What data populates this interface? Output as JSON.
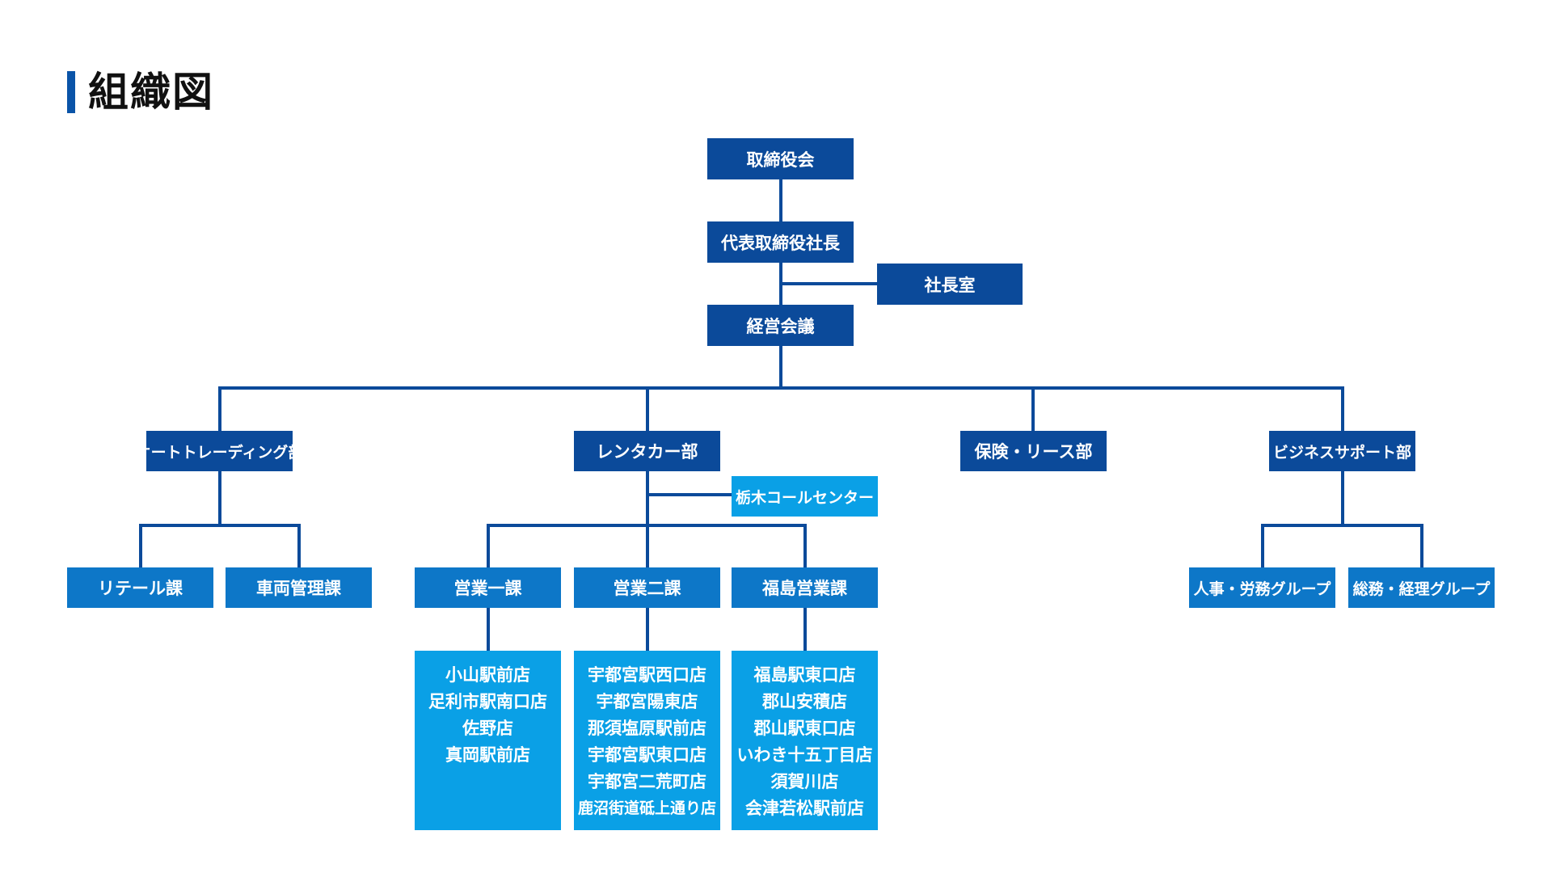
{
  "page": {
    "title": "組織図"
  },
  "colors": {
    "dark": "#0b4a9a",
    "medium": "#0d77c8",
    "light": "#0aa0e6",
    "line": "#0b4a9a",
    "title_bar": "#0a54a8"
  },
  "org": {
    "board": "取締役会",
    "president": "代表取締役社長",
    "president_office": "社長室",
    "management_meeting": "経営会議",
    "departments": {
      "auto_trading": "オートトレーディング部",
      "rental": "レンタカー部",
      "insurance": "保険・リース部",
      "business_support": "ビジネスサポート部"
    },
    "call_center": "栃木コールセンター",
    "sections": {
      "retail": "リテール課",
      "vehicle_mgmt": "車両管理課",
      "sales1": "営業一課",
      "sales2": "営業二課",
      "fukushima_sales": "福島営業課",
      "hr": "人事・労務グループ",
      "general_accounting": "総務・経理グループ"
    },
    "stores": {
      "sales1": [
        "小山駅前店",
        "足利市駅南口店",
        "佐野店",
        "真岡駅前店"
      ],
      "sales2": [
        "宇都宮駅西口店",
        "宇都宮陽東店",
        "那須塩原駅前店",
        "宇都宮駅東口店",
        "宇都宮二荒町店",
        "鹿沼街道砥上通り店"
      ],
      "fukushima_sales": [
        "福島駅東口店",
        "郡山安積店",
        "郡山駅東口店",
        "いわき十五丁目店",
        "須賀川店",
        "会津若松駅前店"
      ]
    }
  }
}
